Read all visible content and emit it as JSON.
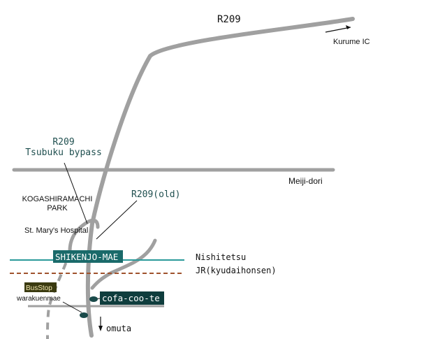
{
  "roads": {
    "r209_top": "R209",
    "kurume_ic": "Kurume IC",
    "bypass_line1": "R209",
    "bypass_line2": "Tsubuku bypass",
    "meiji_dori": "Meiji-dori",
    "r209_old": "R209(old)",
    "omuta": "omuta"
  },
  "places": {
    "park_line1": "KOGASHIRAMACHI",
    "park_line2": "PARK",
    "hospital": "St. Mary's Hospital",
    "station": "SHIKENJO-MAE",
    "shop": "cofa-coo-te",
    "busstop": "BusStop",
    "busstop_name": "warakuenmae"
  },
  "rails": {
    "nishitetsu": "Nishitetsu",
    "jr": "JR(kyudaihonsen)"
  },
  "colors": {
    "road": "#a0a0a0",
    "nishitetsu_line": "#2a9a9a",
    "jr_line": "#a0522d",
    "station_box": "#1a6a6a",
    "shop_box": "#0f3d3d",
    "busstop_box": "#3a3a10",
    "marker": "#1a4a4a"
  }
}
